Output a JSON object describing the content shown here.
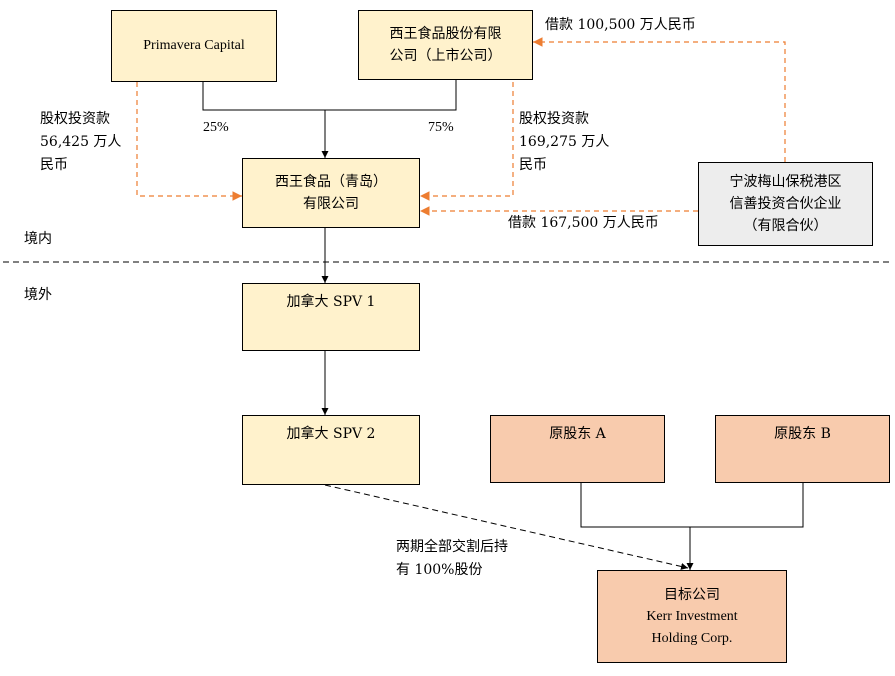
{
  "colors": {
    "cream": "#fff2cc",
    "salmon": "#f8cbad",
    "gray": "#ededed",
    "dashed_arrow": "#ed7d31"
  },
  "boxes": {
    "primavera": [
      "Primavera Capital"
    ],
    "xiwang_listed": [
      "西王食品股份有限",
      "公司（上市公司）"
    ],
    "ningbo": [
      "宁波梅山保税港区",
      "信善投资合伙企业",
      "（有限合伙）"
    ],
    "xiwang_qingdao": [
      "西王食品（青岛）",
      "有限公司"
    ],
    "spv1": [
      "加拿大 SPV 1"
    ],
    "spv2": [
      "加拿大 SPV 2"
    ],
    "shareholder_a": [
      "原股东 A"
    ],
    "shareholder_b": [
      "原股东 B"
    ],
    "target": [
      "目标公司",
      "Kerr Investment",
      "Holding Corp."
    ]
  },
  "labels": {
    "equity_left": [
      "股权投资款",
      "56,425 万人",
      "民币"
    ],
    "equity_right": [
      "股权投资款",
      "169,275 万人",
      "民币"
    ],
    "pct_left": "25%",
    "pct_right": "75%",
    "loan_top": "借款 100,500 万人民币",
    "loan_bottom": "借款 167,500 万人民币",
    "domestic": "境内",
    "overseas": "境外",
    "transfer": [
      "两期全部交割后持",
      "有 100%股份"
    ]
  }
}
